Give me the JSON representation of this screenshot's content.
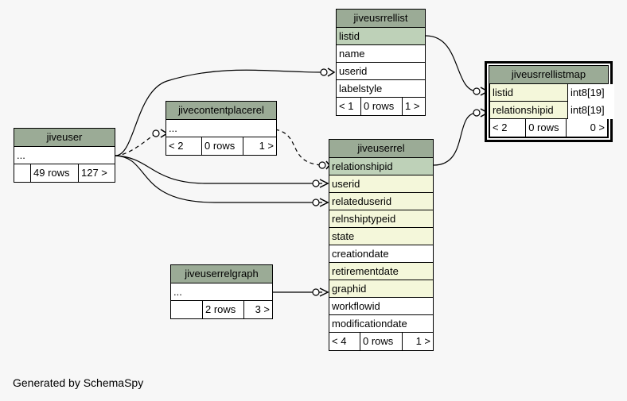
{
  "tables": {
    "jiveusrrellist": {
      "title": "jiveusrrellist",
      "columns": [
        "listid",
        "name",
        "userid",
        "labelstyle"
      ],
      "stats": [
        "< 1",
        "0 rows",
        "1 >"
      ]
    },
    "jiveusrrellistmap": {
      "title": "jiveusrrellistmap",
      "columns": [
        {
          "name": "listid",
          "type": "int8[19]"
        },
        {
          "name": "relationshipid",
          "type": "int8[19]"
        }
      ],
      "stats": [
        "< 2",
        "0 rows",
        "0 >"
      ]
    },
    "jiveuser": {
      "title": "jiveuser",
      "columns": [
        "..."
      ],
      "stats": [
        "",
        "49 rows",
        "127 >"
      ]
    },
    "jivecontentplacerel": {
      "title": "jivecontentplacerel",
      "columns": [
        "..."
      ],
      "stats": [
        "< 2",
        "0 rows",
        "1 >"
      ]
    },
    "jiveuserrel": {
      "title": "jiveuserrel",
      "columns": [
        "relationshipid",
        "userid",
        "relateduserid",
        "relnshiptypeid",
        "state",
        "creationdate",
        "retirementdate",
        "graphid",
        "workflowid",
        "modificationdate"
      ],
      "stats": [
        "< 4",
        "0 rows",
        "1 >"
      ]
    },
    "jiveuserrelgraph": {
      "title": "jiveuserrelgraph",
      "columns": [
        "..."
      ],
      "stats": [
        "",
        "2 rows",
        "3 >"
      ]
    }
  },
  "footer": "Generated by SchemaSpy",
  "colors": {
    "header": "#9bab96",
    "primary_key": "#bed1b8",
    "foreign_key": "#f4f7da",
    "background": "#f7f7f7"
  }
}
